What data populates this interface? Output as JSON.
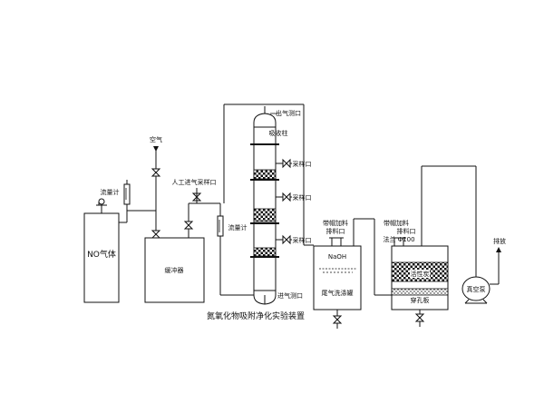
{
  "labels": {
    "air": "空气",
    "flowmeter_left": "流量计",
    "no_gas": "NO气体",
    "buffer": "缓冲器",
    "manual_sample": "人工进气采样口",
    "flowmeter_mid": "流量计",
    "outlet_port": "出气测口",
    "absorption_column": "吸收柱",
    "sample_port_1": "采样口",
    "sample_port_2": "采样口",
    "sample_port_3": "采样口",
    "inlet_port": "进气测口",
    "cap_port_1_line1": "带帽加料",
    "cap_port_1_line2": "排料口",
    "naoh": "NaOH",
    "scrubber": "尾气洗涤罐",
    "cap_port_2_line1": "带帽加料",
    "cap_port_2_line2": "排料口",
    "flange": "法兰 Φ100",
    "activated_carbon": "活性炭",
    "perforated_plate": "穿孔板",
    "exhaust": "排放",
    "vacuum_pump": "真空泵",
    "title": "氮氧化物吸附净化实验装置"
  }
}
